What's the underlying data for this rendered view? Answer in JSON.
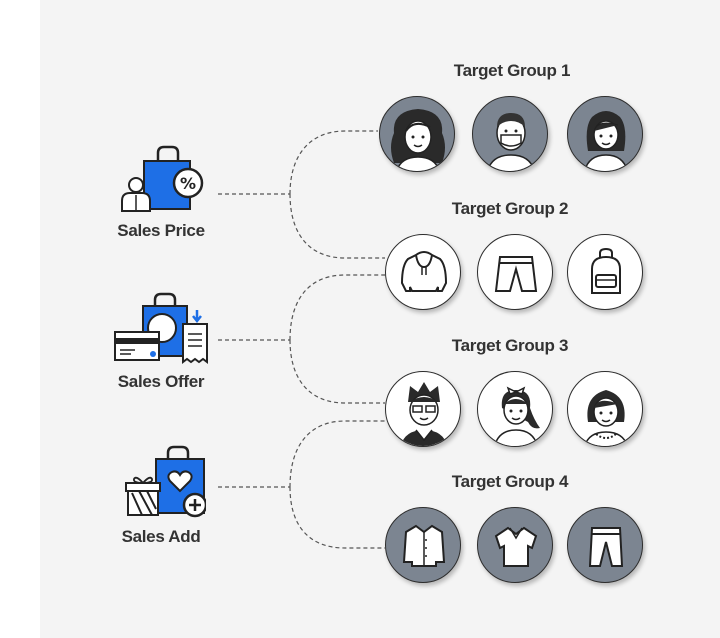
{
  "features": [
    {
      "label": "Sales Price",
      "icon": "sales-price-icon"
    },
    {
      "label": "Sales Offer",
      "icon": "sales-offer-icon"
    },
    {
      "label": "Sales Add",
      "icon": "sales-add-icon"
    }
  ],
  "groups": [
    {
      "title": "Target Group 1",
      "items": [
        "woman-curly-hair-icon",
        "man-with-mask-icon",
        "woman-bob-hair-icon"
      ]
    },
    {
      "title": "Target Group 2",
      "items": [
        "hoodie-icon",
        "shorts-icon",
        "backpack-icon"
      ]
    },
    {
      "title": "Target Group 3",
      "items": [
        "man-with-glasses-icon",
        "girl-with-ponytail-icon",
        "woman-short-hair-icon"
      ]
    },
    {
      "title": "Target Group 4",
      "items": [
        "shirt-icon",
        "polo-shirt-icon",
        "pants-icon"
      ]
    }
  ],
  "colors": {
    "accent": "#1e6fe6",
    "panel": "#f4f4f4",
    "avatar_gray": "#7c8591",
    "line": "#555555"
  }
}
